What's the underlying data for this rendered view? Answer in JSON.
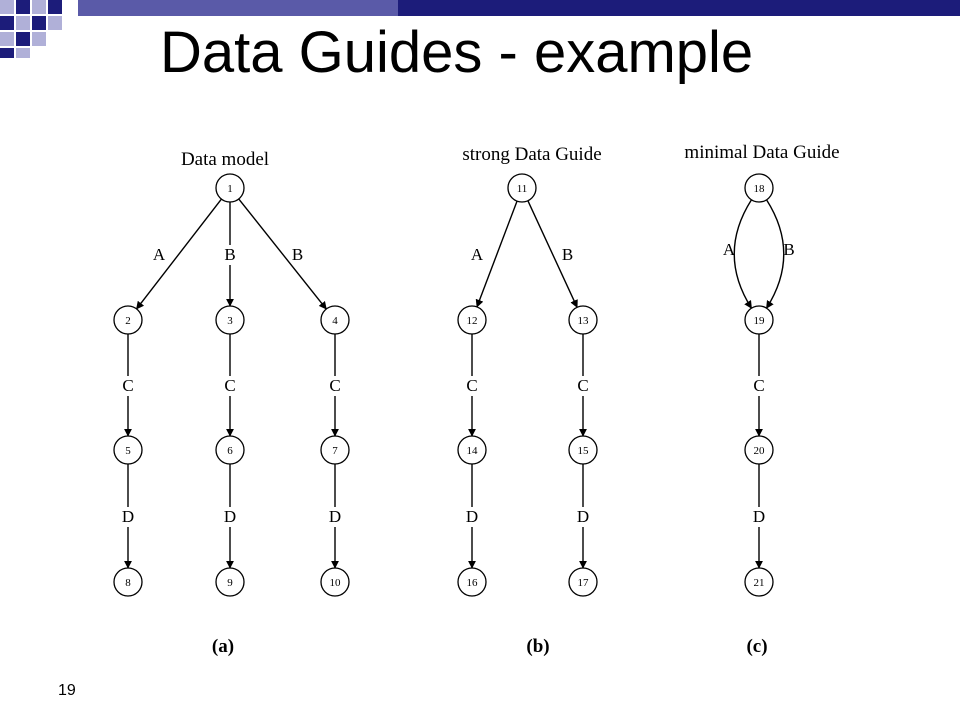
{
  "slide": {
    "title": "Data Guides - example",
    "page_number": "19",
    "colors": {
      "accent_dark": "#1c1c7a",
      "accent_light": "#b0b0d8",
      "line": "#000000"
    }
  },
  "diagram": {
    "panels": [
      {
        "id": "a",
        "heading": "Data model",
        "caption": "(a)",
        "nodes": [
          "1",
          "2",
          "3",
          "4",
          "5",
          "6",
          "7",
          "8",
          "9",
          "10"
        ],
        "edges": [
          {
            "from": "1",
            "to": "2",
            "label": "A"
          },
          {
            "from": "1",
            "to": "3",
            "label": "B"
          },
          {
            "from": "1",
            "to": "4",
            "label": "B"
          },
          {
            "from": "2",
            "to": "5",
            "label": "C"
          },
          {
            "from": "3",
            "to": "6",
            "label": "C"
          },
          {
            "from": "4",
            "to": "7",
            "label": "C"
          },
          {
            "from": "5",
            "to": "8",
            "label": "D"
          },
          {
            "from": "6",
            "to": "9",
            "label": "D"
          },
          {
            "from": "7",
            "to": "10",
            "label": "D"
          }
        ]
      },
      {
        "id": "b",
        "heading": "strong Data Guide",
        "caption": "(b)",
        "nodes": [
          "11",
          "12",
          "13",
          "14",
          "15",
          "16",
          "17"
        ],
        "edges": [
          {
            "from": "11",
            "to": "12",
            "label": "A"
          },
          {
            "from": "11",
            "to": "13",
            "label": "B"
          },
          {
            "from": "12",
            "to": "14",
            "label": "C"
          },
          {
            "from": "13",
            "to": "15",
            "label": "C"
          },
          {
            "from": "14",
            "to": "16",
            "label": "D"
          },
          {
            "from": "15",
            "to": "17",
            "label": "D"
          }
        ]
      },
      {
        "id": "c",
        "heading": "minimal Data Guide",
        "caption": "(c)",
        "nodes": [
          "18",
          "19",
          "20",
          "21"
        ],
        "edges": [
          {
            "from": "18",
            "to": "19",
            "label": "A"
          },
          {
            "from": "18",
            "to": "19",
            "label": "B"
          },
          {
            "from": "19",
            "to": "20",
            "label": "C"
          },
          {
            "from": "20",
            "to": "21",
            "label": "D"
          }
        ]
      }
    ]
  }
}
